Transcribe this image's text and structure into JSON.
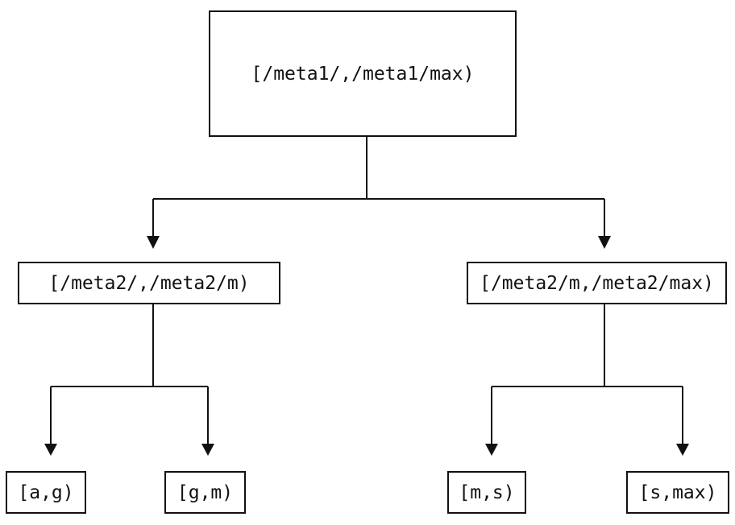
{
  "diagram": {
    "type": "tree",
    "nodes": {
      "root": "[/meta1/,/meta1/max)",
      "left_child": "[/meta2/,/meta2/m)",
      "right_child": "[/meta2/m,/meta2/max)",
      "leaf_ag": "[a,g)",
      "leaf_gm": "[g,m)",
      "leaf_ms": "[m,s)",
      "leaf_smax": "[s,max)"
    },
    "edges": [
      {
        "from": "root",
        "to": "left_child"
      },
      {
        "from": "root",
        "to": "right_child"
      },
      {
        "from": "left_child",
        "to": "leaf_ag"
      },
      {
        "from": "left_child",
        "to": "leaf_gm"
      },
      {
        "from": "right_child",
        "to": "leaf_ms"
      },
      {
        "from": "right_child",
        "to": "leaf_smax"
      }
    ],
    "colors": {
      "line": "#111111",
      "arrowhead": "#111111",
      "box_border": "#111111",
      "text": "#111111",
      "background": "#ffffff"
    }
  }
}
